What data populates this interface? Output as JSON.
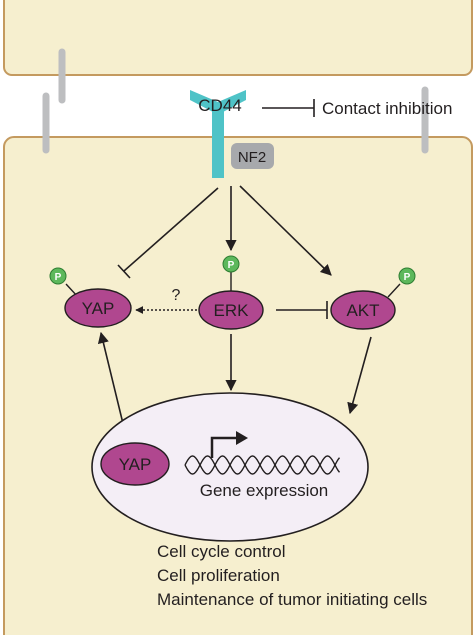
{
  "labels": {
    "cd44": "CD44",
    "contact_inhibition": "Contact inhibition",
    "nf2": "NF2",
    "yap": "YAP",
    "erk": "ERK",
    "akt": "AKT",
    "nuclear_yap": "YAP",
    "question": "?",
    "gene_expression": "Gene expression",
    "phospho": "P"
  },
  "outcomes": [
    "Cell cycle control",
    "Cell proliferation",
    "Maintenance of tumor initiating cells"
  ],
  "colors": {
    "cell_fill": "#f6efcf",
    "cell_stroke": "#c49a5f",
    "membrane_connector": "#bdbec0",
    "cd44": "#4fc3c7",
    "nf2": "#a7a9ac",
    "protein_fill": "#b0478f",
    "phospho_fill": "#5db85c",
    "nucleus_fill": "#f4eef6",
    "arrow": "#231f20"
  }
}
